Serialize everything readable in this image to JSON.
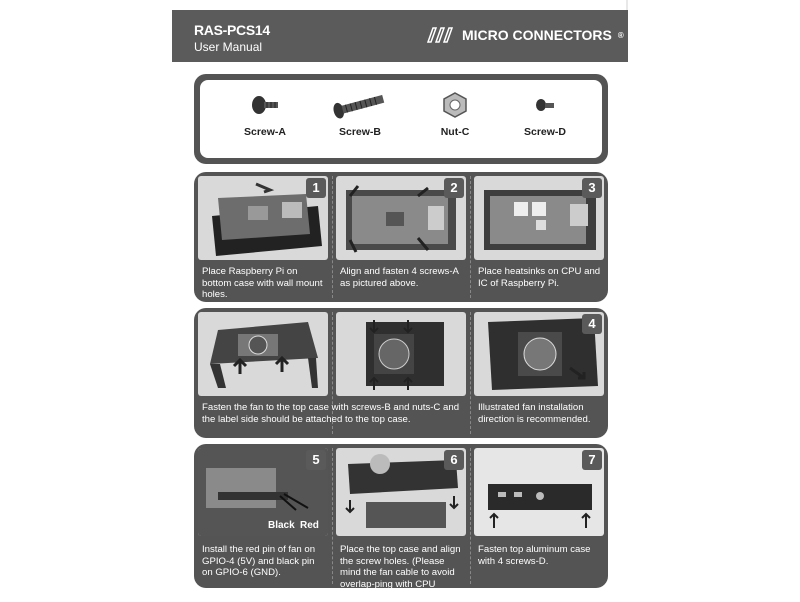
{
  "header": {
    "model": "RAS-PCS14",
    "subtitle": "User Manual",
    "brand": "MICRO CONNECTORS",
    "reg": "®"
  },
  "parts": [
    {
      "label": "Screw-A",
      "icon": "screw-a-icon"
    },
    {
      "label": "Screw-B",
      "icon": "screw-b-icon"
    },
    {
      "label": "Nut-C",
      "icon": "nut-icon"
    },
    {
      "label": "Screw-D",
      "icon": "screw-d-icon"
    }
  ],
  "steps": {
    "s1": {
      "num": "1",
      "text": "Place Raspberry Pi on bottom case with wall mount holes."
    },
    "s2": {
      "num": "2",
      "text": "Align and fasten 4 screws-A as pictured above."
    },
    "s3": {
      "num": "3",
      "text": "Place heatsinks on CPU and IC of Raspberry Pi."
    },
    "s4a": {
      "text": "Fasten the fan to the top case with screws-B and nuts-C and the label side should be attached to the top case."
    },
    "s4": {
      "num": "4",
      "text": "Illustrated fan installation direction is recommended."
    },
    "s5": {
      "num": "5",
      "text": "Install the red pin of fan on GPIO-4 (5V) and black pin on GPIO-6 (GND).",
      "black": "Black",
      "red": "Red"
    },
    "s6": {
      "num": "6",
      "text": "Place the top case and align the screw holes. (Please mind the fan cable to avoid overlap-ping with CPU heatsink.)"
    },
    "s7": {
      "num": "7",
      "text": "Fasten top aluminum case with 4 screws-D."
    }
  }
}
